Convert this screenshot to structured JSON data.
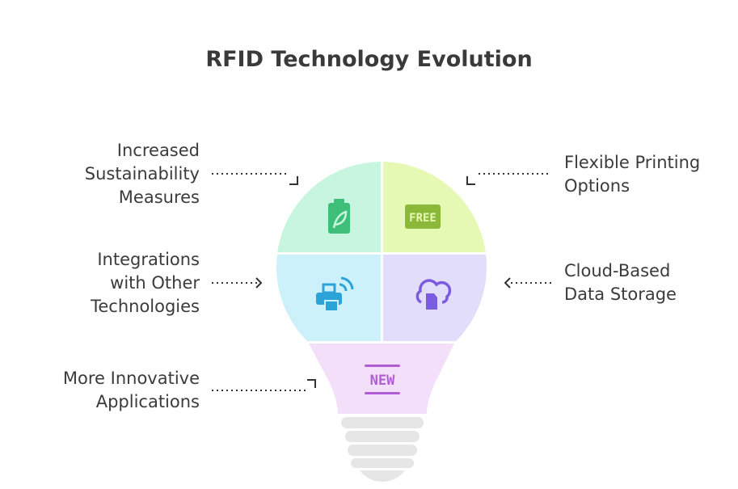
{
  "title": "RFID Technology Evolution",
  "items": [
    {
      "label": "Increased\nSustainability\nMeasures",
      "icon": "battery-leaf-icon",
      "color": "#c8f5df",
      "icon_color": "#3dbf7a"
    },
    {
      "label": "Flexible Printing\nOptions",
      "icon": "free-tag-icon",
      "badge": "FREE",
      "color": "#e5f9b5",
      "icon_color": "#8cb83a"
    },
    {
      "label": "Integrations\nwith Other\nTechnologies",
      "icon": "wireless-printer-icon",
      "color": "#cdf1fb",
      "icon_color": "#2ba3d8"
    },
    {
      "label": "Cloud-Based\nData Storage",
      "icon": "cloud-upload-file-icon",
      "color": "#e3ddfc",
      "icon_color": "#7b5ce0"
    },
    {
      "label": "More Innovative\nApplications",
      "icon": "new-badge-icon",
      "badge": "NEW",
      "color": "#f3dff9",
      "icon_color": "#b05ed8"
    }
  ]
}
